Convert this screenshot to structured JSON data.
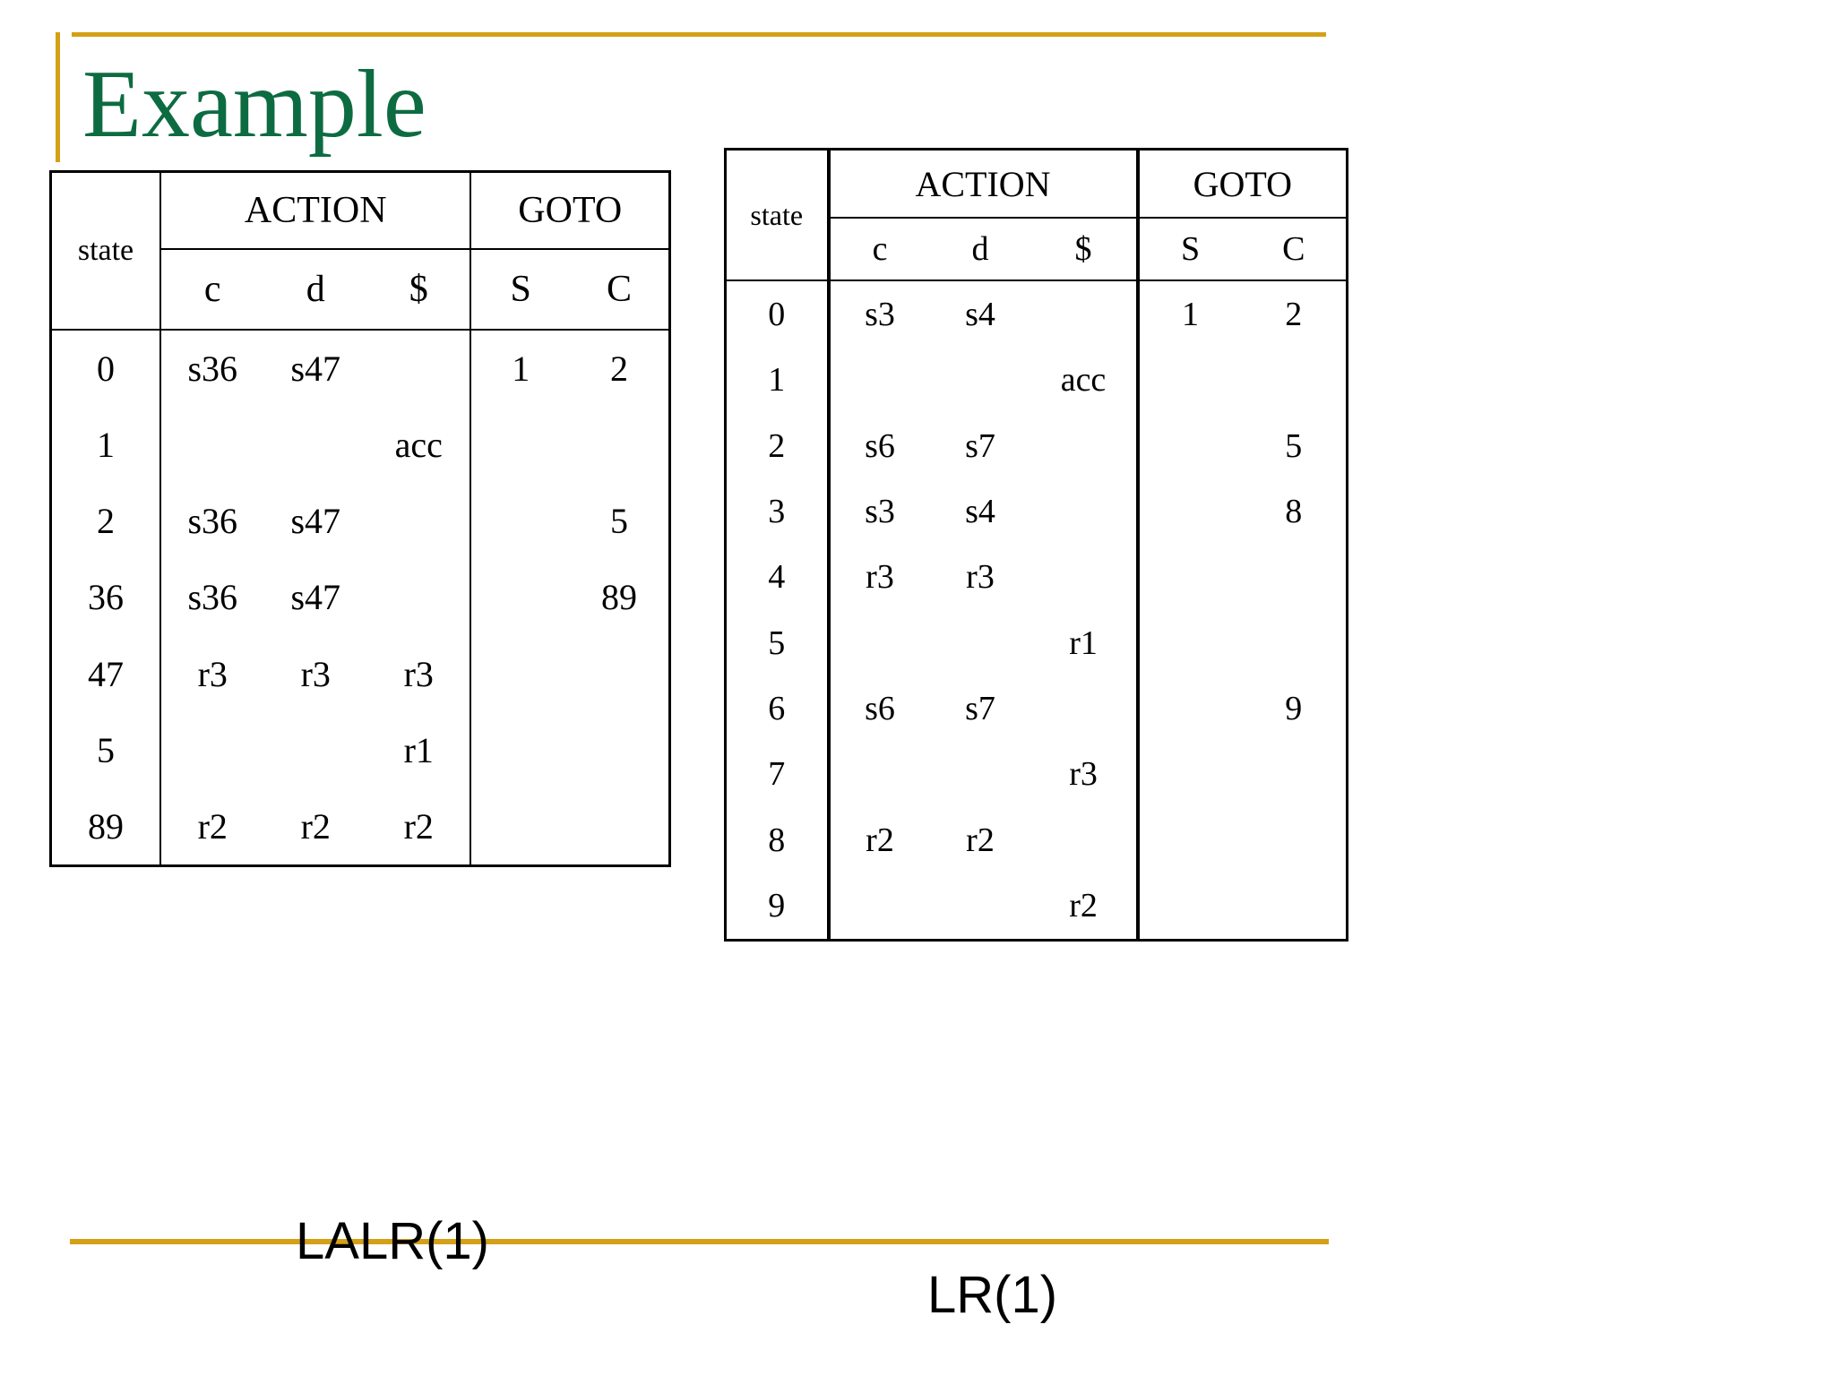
{
  "slide": {
    "title": "Example",
    "title_color": "#0d6b42",
    "accent_color": "#d4a017"
  },
  "tables": [
    {
      "id": "lalr",
      "caption": "LALR(1)",
      "state_header": "state",
      "group_headers": [
        "ACTION",
        "GOTO"
      ],
      "columns": [
        "c",
        "d",
        "$",
        "S",
        "C"
      ],
      "rows": [
        {
          "state": "0",
          "c": "s36",
          "d": "s47",
          "dollar": "",
          "S": "1",
          "C": "2"
        },
        {
          "state": "1",
          "c": "",
          "d": "",
          "dollar": "acc",
          "S": "",
          "C": ""
        },
        {
          "state": "2",
          "c": "s36",
          "d": "s47",
          "dollar": "",
          "S": "",
          "C": "5"
        },
        {
          "state": "36",
          "c": "s36",
          "d": "s47",
          "dollar": "",
          "S": "",
          "C": "89"
        },
        {
          "state": "47",
          "c": "r3",
          "d": "r3",
          "dollar": "r3",
          "S": "",
          "C": ""
        },
        {
          "state": "5",
          "c": "",
          "d": "",
          "dollar": "r1",
          "S": "",
          "C": ""
        },
        {
          "state": "89",
          "c": "r2",
          "d": "r2",
          "dollar": "r2",
          "S": "",
          "C": ""
        }
      ]
    },
    {
      "id": "lr",
      "caption": "LR(1)",
      "state_header": "state",
      "group_headers": [
        "ACTION",
        "GOTO"
      ],
      "columns": [
        "c",
        "d",
        "$",
        "S",
        "C"
      ],
      "rows": [
        {
          "state": "0",
          "c": "s3",
          "d": "s4",
          "dollar": "",
          "S": "1",
          "C": "2"
        },
        {
          "state": "1",
          "c": "",
          "d": "",
          "dollar": "acc",
          "S": "",
          "C": ""
        },
        {
          "state": "2",
          "c": "s6",
          "d": "s7",
          "dollar": "",
          "S": "",
          "C": "5"
        },
        {
          "state": "3",
          "c": "s3",
          "d": "s4",
          "dollar": "",
          "S": "",
          "C": "8"
        },
        {
          "state": "4",
          "c": "r3",
          "d": "r3",
          "dollar": "",
          "S": "",
          "C": ""
        },
        {
          "state": "5",
          "c": "",
          "d": "",
          "dollar": "r1",
          "S": "",
          "C": ""
        },
        {
          "state": "6",
          "c": "s6",
          "d": "s7",
          "dollar": "",
          "S": "",
          "C": "9"
        },
        {
          "state": "7",
          "c": "",
          "d": "",
          "dollar": "r3",
          "S": "",
          "C": ""
        },
        {
          "state": "8",
          "c": "r2",
          "d": "r2",
          "dollar": "",
          "S": "",
          "C": ""
        },
        {
          "state": "9",
          "c": "",
          "d": "",
          "dollar": "r2",
          "S": "",
          "C": ""
        }
      ]
    }
  ]
}
